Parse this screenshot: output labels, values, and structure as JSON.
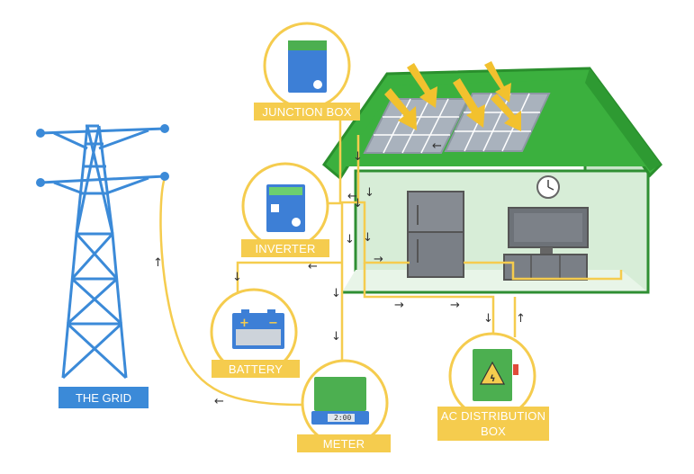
{
  "labels": {
    "junction_box": "JUNCTION BOX",
    "inverter": "INVERTER",
    "battery": "BATTERY",
    "meter": "METER",
    "ac_box_line1": "AC DISTRIBUTION",
    "ac_box_line2": "BOX",
    "grid": "THE GRID"
  },
  "meter_display": "2:00",
  "colors": {
    "roof": "#3bb03e",
    "roof_edge": "#2a8f2d",
    "wall": "#cfe8cf",
    "wire": "#f5cc4e",
    "label": "#f5cc4e",
    "grid": "#3b8ad8",
    "sun_arrow": "#f2c12e",
    "panel": "#a9b2bd",
    "device_green": "#4caf50",
    "device_blue": "#3d7fd6"
  },
  "icons": [
    "junction-box-icon",
    "inverter-icon",
    "battery-icon",
    "meter-icon",
    "ac-distribution-box-icon",
    "transmission-tower-icon",
    "solar-panel-icon",
    "clock-icon",
    "fridge-icon",
    "tv-icon"
  ]
}
